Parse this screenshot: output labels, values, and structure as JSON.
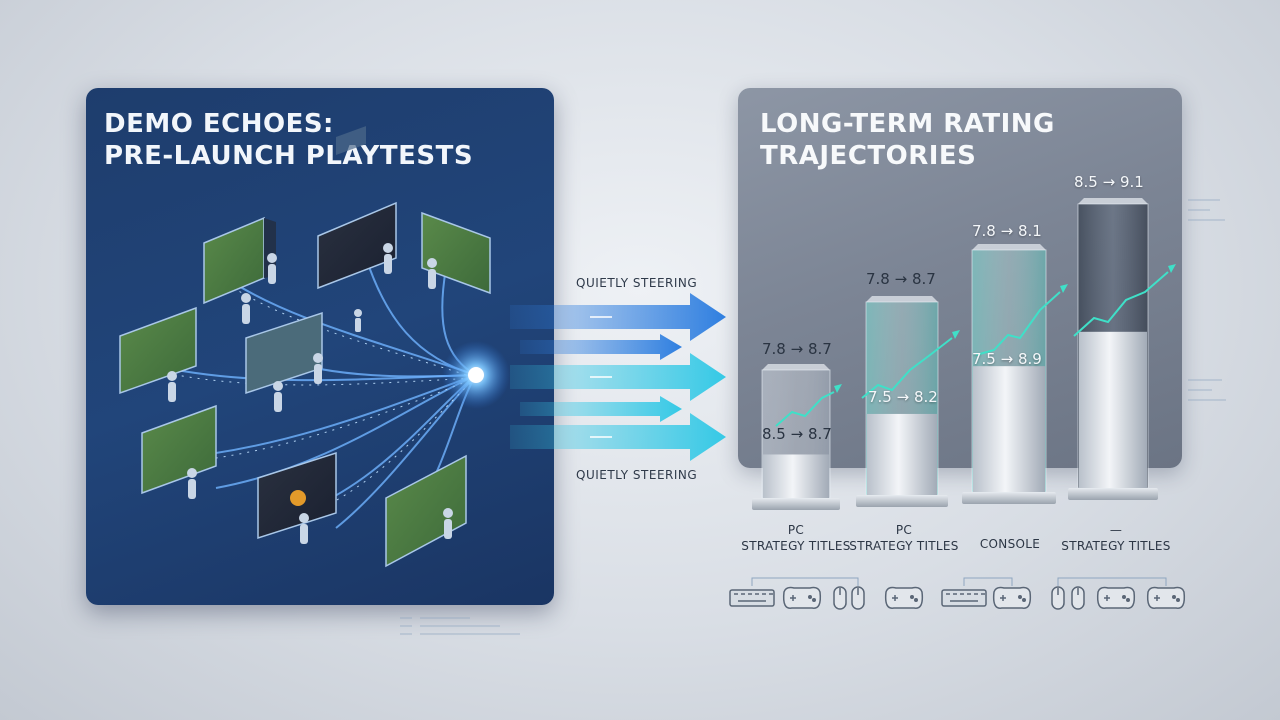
{
  "left": {
    "title_line1": "DEMO ECHOES:",
    "title_line2": "PRE-LAUNCH PLAYTESTS"
  },
  "right": {
    "title_line1": "LONG-TERM RATING",
    "title_line2": "TRAJECTORIES"
  },
  "arrows": {
    "top_label": "QUIETLY STEERING",
    "bottom_label": "QUIETLY STEERING"
  },
  "bars": [
    {
      "top_label": "7.8 → 8.7",
      "inner_label": "8.5 → 8.7",
      "cat_line1": "PC",
      "cat_line2": "STRATEGY TITLES",
      "fill_fraction": 0.34
    },
    {
      "top_label": "7.8 → 8.7",
      "inner_label": "7.5 → 8.2",
      "cat_line1": "PC",
      "cat_line2": "STRATEGY TITLES",
      "fill_fraction": 0.42
    },
    {
      "top_label": "7.8 → 8.1",
      "inner_label": "7.5 → 8.9",
      "cat_line1": "",
      "cat_line2": "CONSOLE",
      "fill_fraction": 0.52
    },
    {
      "top_label": "8.5 → 9.1",
      "inner_label": "",
      "cat_line1": "—",
      "cat_line2": "STRATEGY TITLES",
      "fill_fraction": 0.55
    }
  ],
  "devices": [
    "keyboard-icon",
    "gamepad-icon",
    "mouse-icon",
    "mouse-icon",
    "gamepad-icon",
    "keyboard-icon",
    "gamepad-icon",
    "mouse-icon",
    "mouse-icon",
    "gamepad-icon",
    "gamepad-icon"
  ],
  "colors": {
    "left_panel": "#21457a",
    "right_panel": "#7c8595",
    "arrow_blue": "#2f7fe0",
    "arrow_cyan": "#35c9e6",
    "teal_line": "#3fe0c8"
  }
}
